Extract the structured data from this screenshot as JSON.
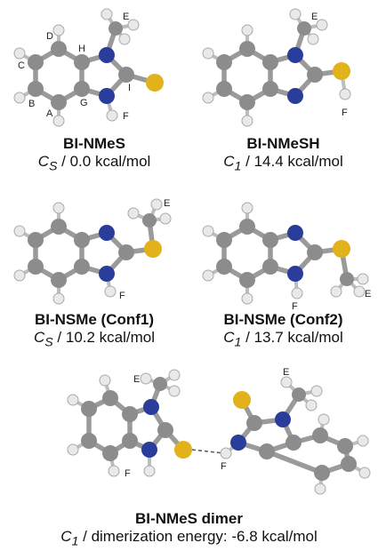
{
  "colors": {
    "carbon": "#8c8c8c",
    "hydrogen": "#e9e9e9",
    "nitrogen": "#2a3d9a",
    "sulfur": "#e2b21c"
  },
  "molecules": [
    {
      "name": "BI-NMeS",
      "symmetry": "C",
      "symmetry_sub": "S",
      "energy": " / 0.0 kcal/mol",
      "atom_labels": {
        "A": "A",
        "B": "B",
        "C": "C",
        "D": "D",
        "E": "E",
        "F": "F",
        "G": "G",
        "H": "H",
        "I": "I"
      }
    },
    {
      "name": "BI-NMeSH",
      "symmetry": "C",
      "symmetry_sub": "1",
      "energy": " / 14.4 kcal/mol",
      "atom_labels": {
        "E": "E",
        "F": "F"
      }
    },
    {
      "name": "BI-NSMe (Conf1)",
      "symmetry": "C",
      "symmetry_sub": "S",
      "energy": " / 10.2 kcal/mol",
      "atom_labels": {
        "E": "E",
        "F": "F"
      }
    },
    {
      "name": "BI-NSMe (Conf2)",
      "symmetry": "C",
      "symmetry_sub": "1",
      "energy": " / 13.7 kcal/mol",
      "atom_labels": {
        "E": "E",
        "F": "F"
      }
    },
    {
      "name": "BI-NMeS dimer",
      "symmetry": "C",
      "symmetry_sub": "1",
      "energy": " / dimerization energy: -6.8 kcal/mol",
      "atom_labels": {
        "E": "E",
        "E2": "E",
        "F": "F",
        "F2": "F"
      }
    }
  ]
}
